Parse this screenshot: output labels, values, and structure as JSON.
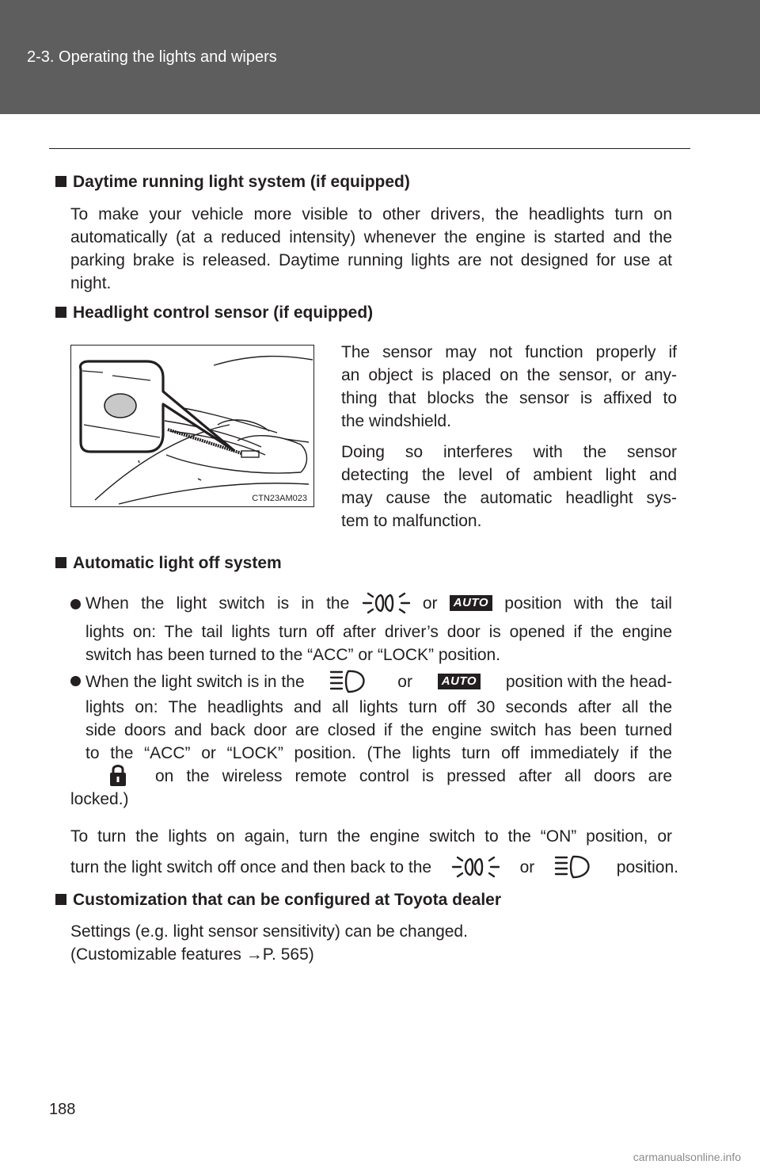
{
  "header": {
    "section_title": "2-3. Operating the lights and wipers"
  },
  "sections": {
    "daytime": {
      "heading": "Daytime running light system (if equipped)",
      "lines": [
        "To make your vehicle more visible to other drivers, the headlights turn on",
        "automatically (at a reduced intensity) whenever the engine is started and the",
        "parking brake is released. Daytime running lights are not designed for use at",
        "night."
      ]
    },
    "sensor": {
      "heading": "Headlight control sensor (if equipped)",
      "figure_code": "CTN23AM023",
      "para1": [
        "The sensor may not function properly if",
        "an object is placed on the sensor, or any-",
        "thing that blocks the sensor is affixed to",
        "the windshield."
      ],
      "para2": [
        "Doing so interferes with the sensor",
        "detecting the level of ambient light and",
        "may cause the automatic headlight sys-",
        "tem to malfunction."
      ]
    },
    "autooff": {
      "heading": "Automatic light off system",
      "b1": {
        "w": [
          "When",
          "the",
          "light",
          "switch",
          "is",
          "in",
          "the"
        ],
        "or": "or",
        "tail": [
          "position",
          "with",
          "the",
          "tail"
        ],
        "line2": "lights on: The tail lights turn off after driver’s door is opened if the engine",
        "line3": "switch has been turned to the “ACC” or “LOCK” position."
      },
      "b2": {
        "lead": "When the light switch is in the",
        "or": "or",
        "tail": "position with the head-",
        "line2": "lights on: The headlights and all lights turn off 30 seconds after all the",
        "line3": "side doors and back door are closed if the engine switch has been turned",
        "line4": "to the “ACC” or “LOCK” position. (The lights turn off immediately if the",
        "line5": "on the wireless remote control is pressed after all doors are",
        "line6": "locked.)"
      },
      "after1": "To turn the lights on again, turn the engine switch to the “ON” position, or",
      "after2_lead": "turn the light switch off once and then back to the",
      "after2_or": "or",
      "after2_tail": "position.",
      "auto_label": "AUTO"
    },
    "custom": {
      "heading": "Customization that can be configured at Toyota dealer",
      "line1": "Settings (e.g. light sensor sensitivity) can be changed.",
      "line2": "(Customizable features →P. 565)"
    }
  },
  "footer": {
    "page_number": "188",
    "watermark": "carmanualsonline.info"
  },
  "icons": [
    "tail-light-icon",
    "headlight-icon",
    "lock-icon",
    "auto-icon"
  ]
}
